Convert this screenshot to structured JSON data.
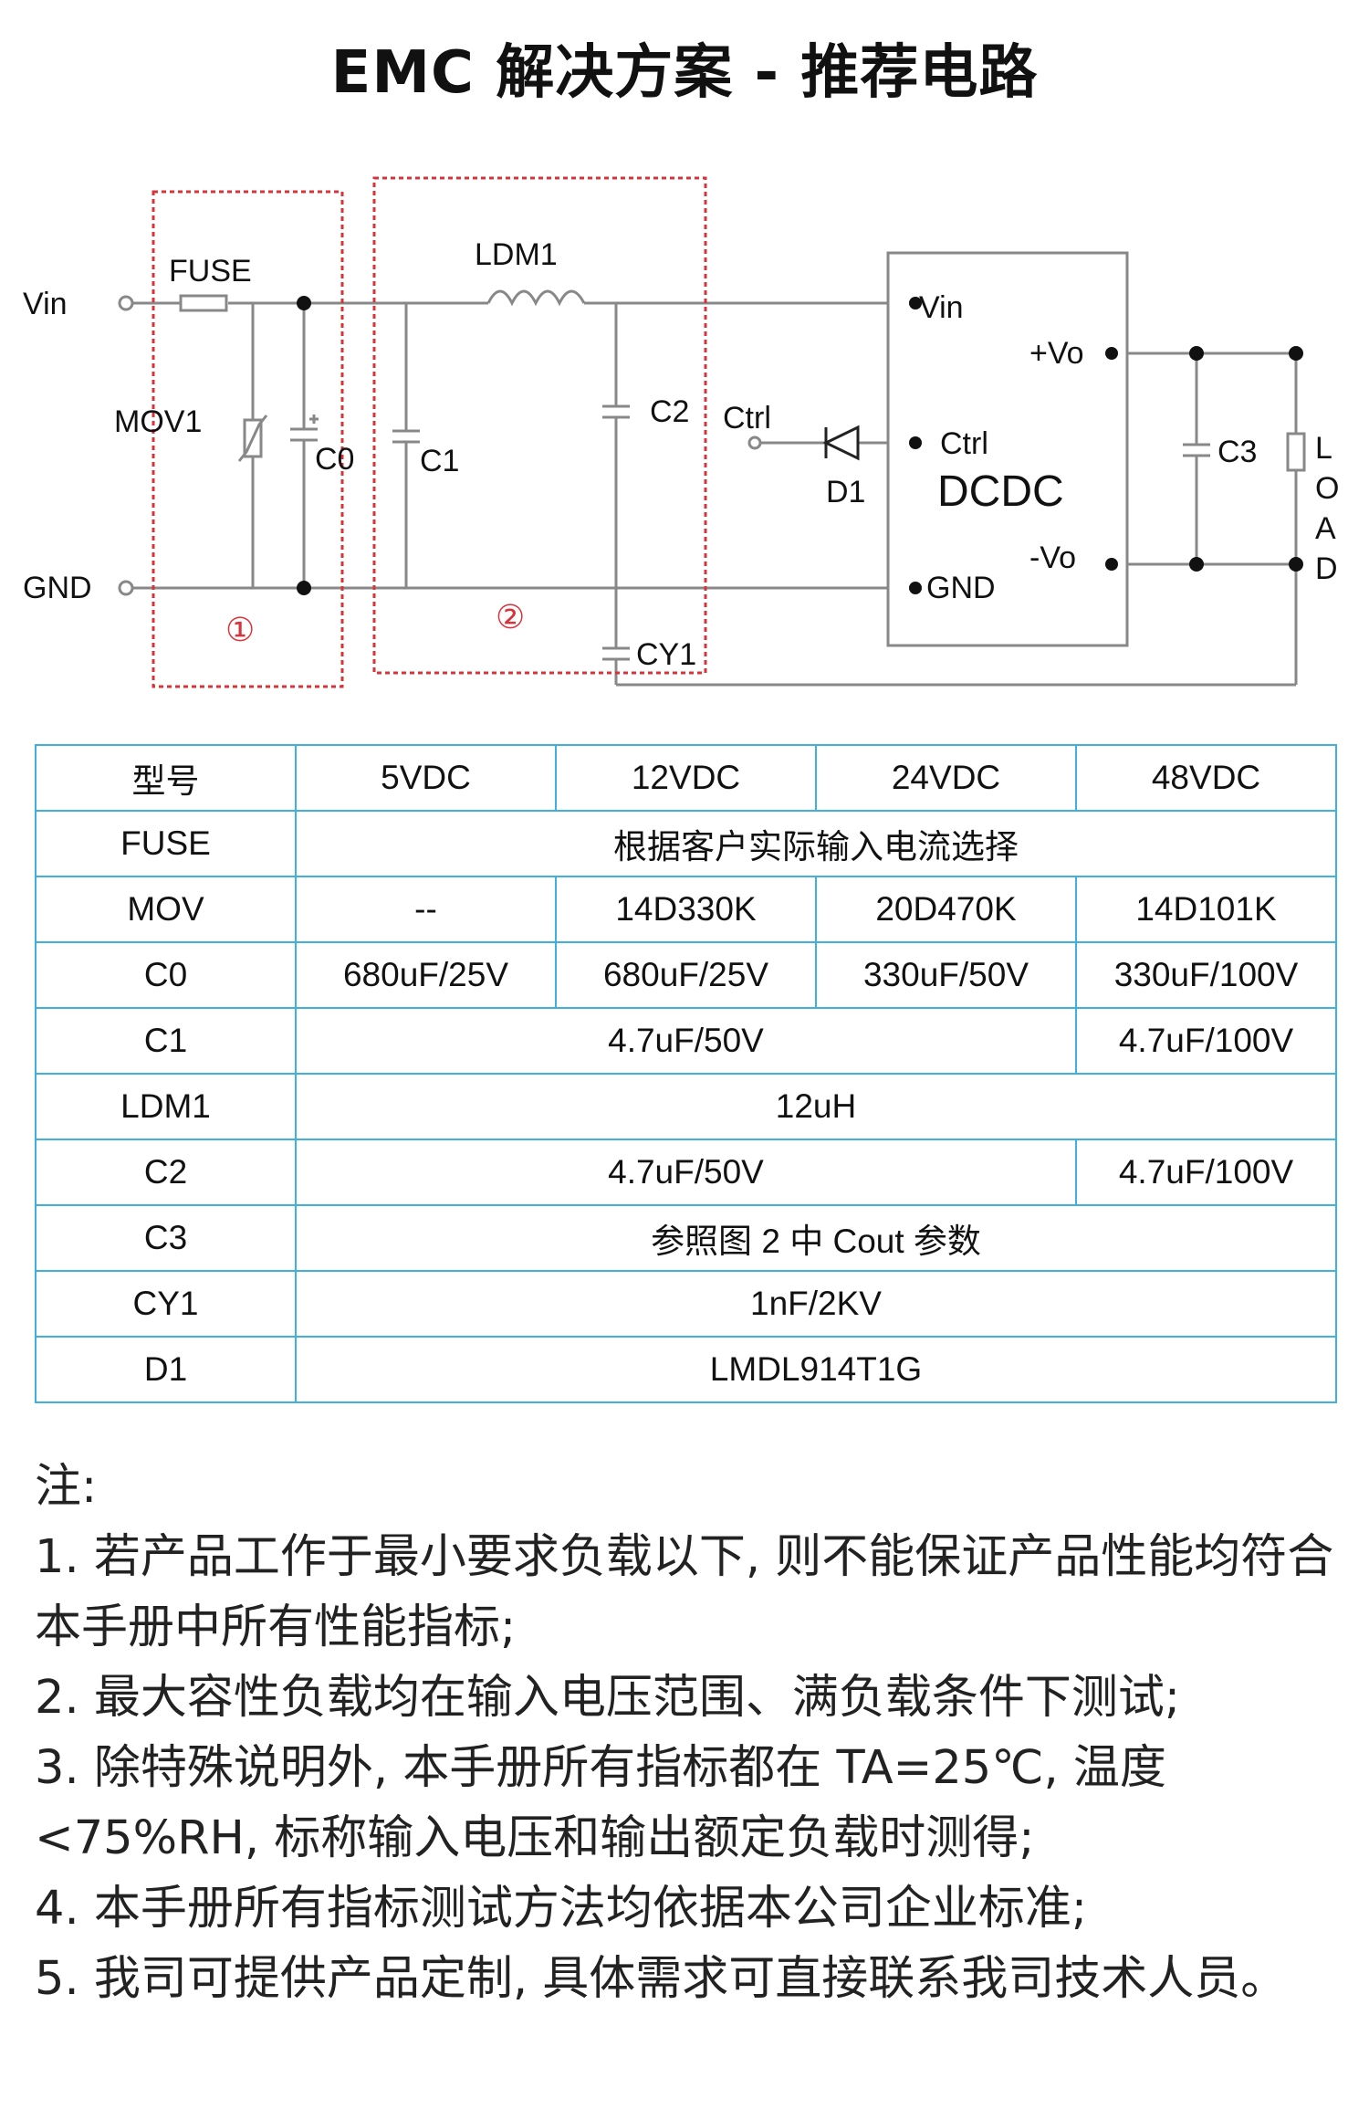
{
  "title": "EMC 解决方案 - 推荐电路",
  "circuit": {
    "labels": {
      "vin_in": "Vin",
      "gnd_in": "GND",
      "fuse": "FUSE",
      "mov1": "MOV1",
      "c0": "C0",
      "c1": "C1",
      "ldm1": "LDM1",
      "c2": "C2",
      "cy1": "CY1",
      "ctrl_in": "Ctrl",
      "d1": "D1",
      "dcdc": "DCDC",
      "dcdc_vin": "Vin",
      "dcdc_ctrl": "Ctrl",
      "dcdc_gnd": "GND",
      "vo_plus": "+Vo",
      "vo_minus": "-Vo",
      "c3": "C3",
      "load": [
        "L",
        "O",
        "A",
        "D"
      ],
      "region1": "①",
      "region2": "②"
    },
    "colors": {
      "line": "#888888",
      "dot": "#111111",
      "region": "#d9333a"
    }
  },
  "table": {
    "header": [
      "型号",
      "5VDC",
      "12VDC",
      "24VDC",
      "48VDC"
    ],
    "rows": [
      {
        "label": "FUSE",
        "cells": [
          {
            "text": "根据客户实际输入电流选择",
            "span": 4
          }
        ]
      },
      {
        "label": "MOV",
        "cells": [
          {
            "text": "--",
            "span": 1
          },
          {
            "text": "14D330K",
            "span": 1
          },
          {
            "text": "20D470K",
            "span": 1
          },
          {
            "text": "14D101K",
            "span": 1
          }
        ]
      },
      {
        "label": "C0",
        "cells": [
          {
            "text": "680uF/25V",
            "span": 1
          },
          {
            "text": "680uF/25V",
            "span": 1
          },
          {
            "text": "330uF/50V",
            "span": 1
          },
          {
            "text": "330uF/100V",
            "span": 1
          }
        ]
      },
      {
        "label": "C1",
        "cells": [
          {
            "text": "4.7uF/50V",
            "span": 3
          },
          {
            "text": "4.7uF/100V",
            "span": 1
          }
        ]
      },
      {
        "label": "LDM1",
        "cells": [
          {
            "text": "12uH",
            "span": 4
          }
        ]
      },
      {
        "label": "C2",
        "cells": [
          {
            "text": "4.7uF/50V",
            "span": 3
          },
          {
            "text": "4.7uF/100V",
            "span": 1
          }
        ]
      },
      {
        "label": "C3",
        "cells": [
          {
            "text": "参照图 2 中 Cout 参数",
            "span": 4
          }
        ]
      },
      {
        "label": "CY1",
        "cells": [
          {
            "text": "1nF/2KV",
            "span": 4
          }
        ]
      },
      {
        "label": "D1",
        "cells": [
          {
            "text": "LMDL914T1G",
            "span": 4
          }
        ]
      }
    ],
    "border_color": "#3fb0e0"
  },
  "notes": {
    "heading": "注:",
    "items": [
      "1. 若产品工作于最小要求负载以下, 则不能保证产品性能均符合本手册中所有性能指标;",
      "2. 最大容性负载均在输入电压范围、满负载条件下测试;",
      "3. 除特殊说明外, 本手册所有指标都在 TA=25℃, 温度<75%RH, 标称输入电压和输出额定负载时测得;",
      "4. 本手册所有指标测试方法均依据本公司企业标准;",
      "5. 我司可提供产品定制, 具体需求可直接联系我司技术人员。"
    ]
  }
}
